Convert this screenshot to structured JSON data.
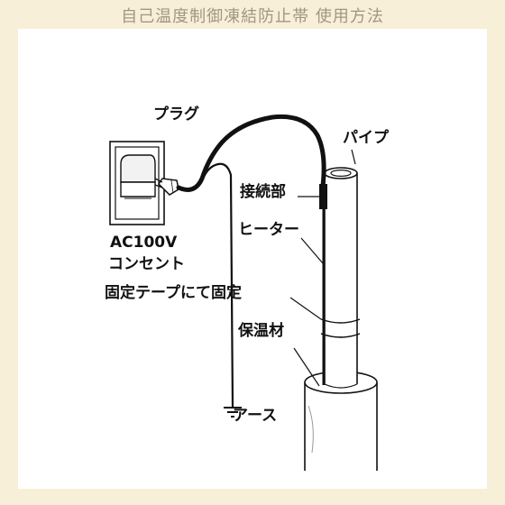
{
  "header": {
    "title": "自己温度制御凍結防止帯 使用方法"
  },
  "labels": {
    "plug": "プラグ",
    "pipe": "パイプ",
    "joint": "接続部",
    "outlet_line1": "AC100V",
    "outlet_line2": "コンセント",
    "heater": "ヒーター",
    "tape": "固定テープにて固定",
    "insulation": "保温材",
    "earth": "アース"
  },
  "colors": {
    "background": "#f8efd8",
    "panel": "#ffffff",
    "title": "#a39680",
    "ink": "#111111"
  }
}
